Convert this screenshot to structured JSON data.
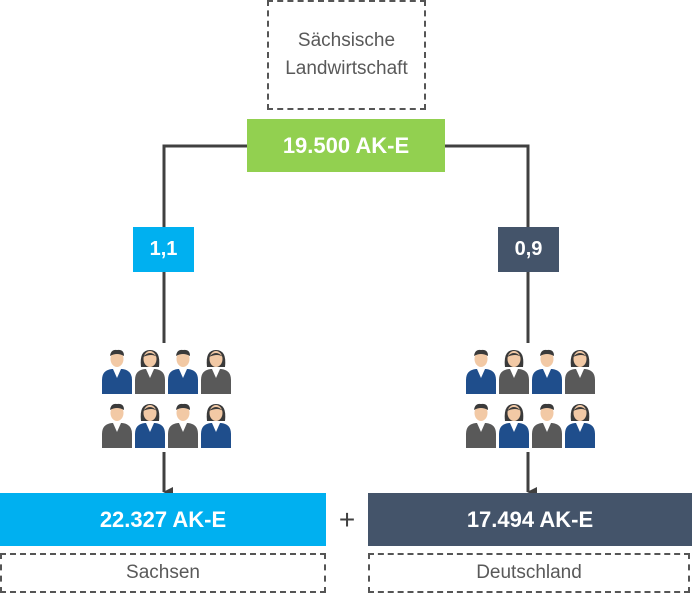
{
  "top_box": {
    "text": "Sächsische Landwirtschaft"
  },
  "center_box": {
    "text": "19.500 AK-E",
    "color": "#92d050"
  },
  "factors": {
    "left": {
      "text": "1,1",
      "color": "#00b0f0"
    },
    "right": {
      "text": "0,9",
      "color": "#44546a"
    }
  },
  "results": {
    "left": {
      "text": "22.327 AK-E",
      "color": "#00b0f0"
    },
    "right": {
      "text": "17.494 AK-E",
      "color": "#44546a"
    },
    "operator": "+"
  },
  "labels": {
    "left": "Sachsen",
    "right": "Deutschland"
  },
  "icons": {
    "workers": "people-group-icon"
  },
  "colors": {
    "line": "#404040",
    "suit_blue": "#1f4e8c",
    "suit_gray": "#595959",
    "skin": "#f2c9a5",
    "hair": "#3a3a3a"
  }
}
